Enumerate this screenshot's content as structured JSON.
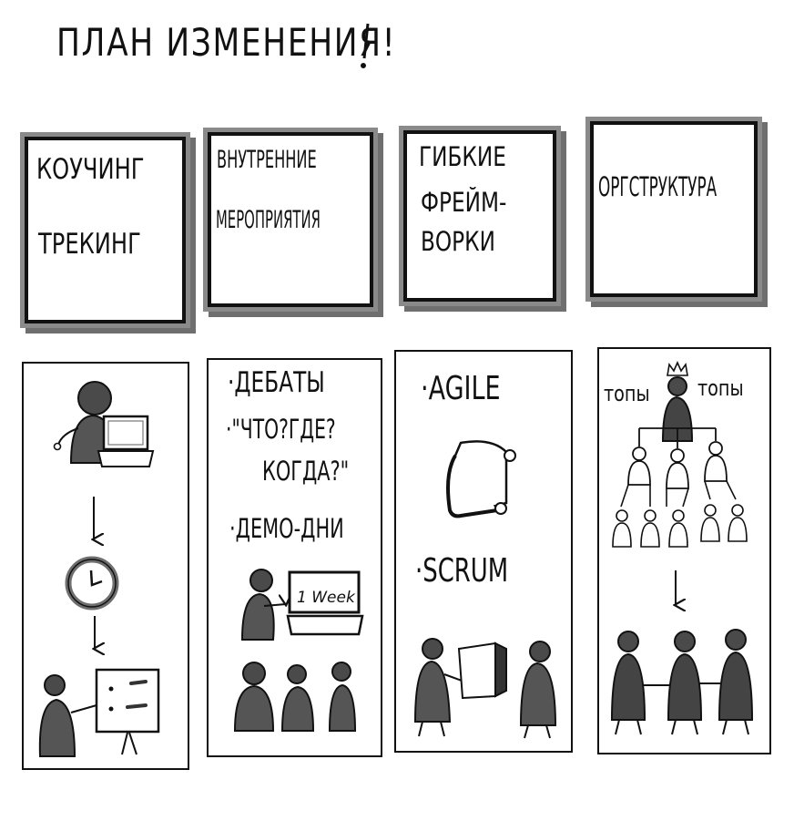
{
  "title": "ПЛАН ИЗМЕНЕНИЯ!",
  "headers": [
    {
      "lines": [
        "КОУЧИНГ",
        "ТРЕКИНГ"
      ]
    },
    {
      "lines": [
        "ВНУТРЕННИЕ",
        "МЕРОПРИЯТИЯ"
      ]
    },
    {
      "lines": [
        "ГИБКИЕ",
        "ФРЕЙМ-",
        "ВОРКИ"
      ]
    },
    {
      "lines": [
        "ОРГСТРУКТУРА"
      ]
    }
  ],
  "panel2": {
    "item1": "·ДЕБАТЫ",
    "item2a": "·\"ЧТО?ГДЕ?",
    "item2b": "КОГДА?\"",
    "item3": "·ДЕМО-ДНИ",
    "board": "1 Week"
  },
  "panel3": {
    "item1": "·AGILE",
    "item2": "·SCRUM"
  },
  "panel4": {
    "left": "топы",
    "right": "топы"
  }
}
